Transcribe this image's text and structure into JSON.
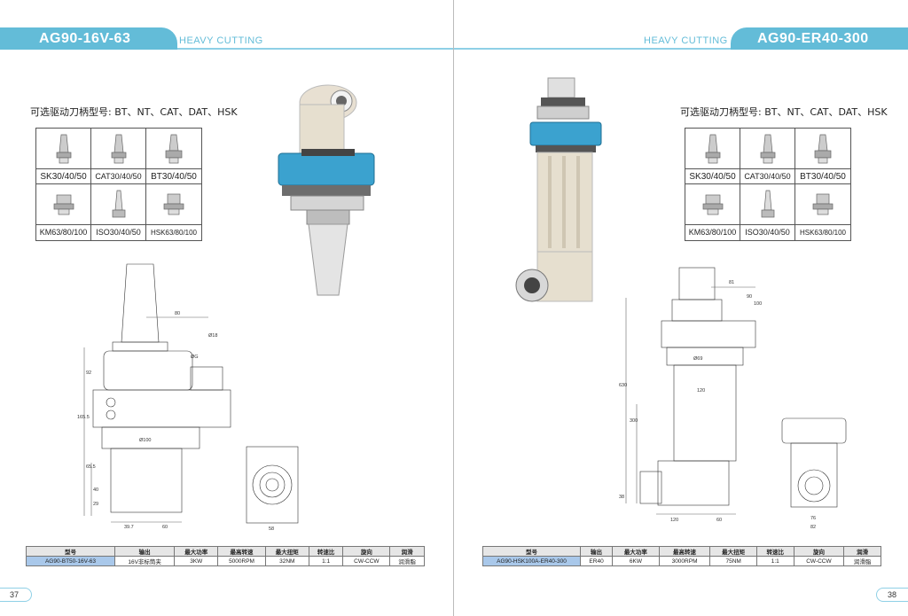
{
  "left_page": {
    "header_title": "AG90-16V-63",
    "header_subtitle": "HEAVY CUTTING",
    "shank_title": "可选驱动刀柄型号: BT、NT、CAT、DAT、HSK",
    "shank_grid": [
      "SK30/40/50",
      "CAT30/40/50",
      "BT30/40/50",
      "KM63/80/100",
      "ISO30/40/50",
      "HSK63/80/100"
    ],
    "drawing_dims": [
      "80",
      "Ø18",
      "ØG",
      "92",
      "165.5",
      "Ø100",
      "65.5",
      "40",
      "29",
      "39.7",
      "60",
      "58"
    ],
    "table": {
      "headers": [
        "型号",
        "输出",
        "最大功率",
        "最高转速",
        "最大扭矩",
        "转速比",
        "旋向",
        "润滑"
      ],
      "row": [
        "AG90-BT50-16V-63",
        "16V非标筒夹",
        "3KW",
        "5000RPM",
        "32NM",
        "1:1",
        "CW-CCW",
        "润滑脂"
      ]
    },
    "page_number": "37"
  },
  "right_page": {
    "header_title": "AG90-ER40-300",
    "header_subtitle": "HEAVY CUTTING",
    "shank_title": "可选驱动刀柄型号: BT、NT、CAT、DAT、HSK",
    "shank_grid": [
      "SK30/40/50",
      "CAT30/40/50",
      "BT30/40/50",
      "KM63/80/100",
      "ISO30/40/50",
      "HSK63/80/100"
    ],
    "drawing_dims": [
      "81",
      "90",
      "100",
      "Ø69",
      "120",
      "300",
      "630",
      "38",
      "120",
      "60",
      "76",
      "82"
    ],
    "table": {
      "headers": [
        "型号",
        "输出",
        "最大功率",
        "最高转速",
        "最大扭矩",
        "转速比",
        "旋向",
        "润滑"
      ],
      "row": [
        "AG90-HSK100A-ER40-300",
        "ER40",
        "6KW",
        "3000RPM",
        "75NM",
        "1:1",
        "CW-CCW",
        "润滑脂"
      ]
    },
    "page_number": "38"
  }
}
